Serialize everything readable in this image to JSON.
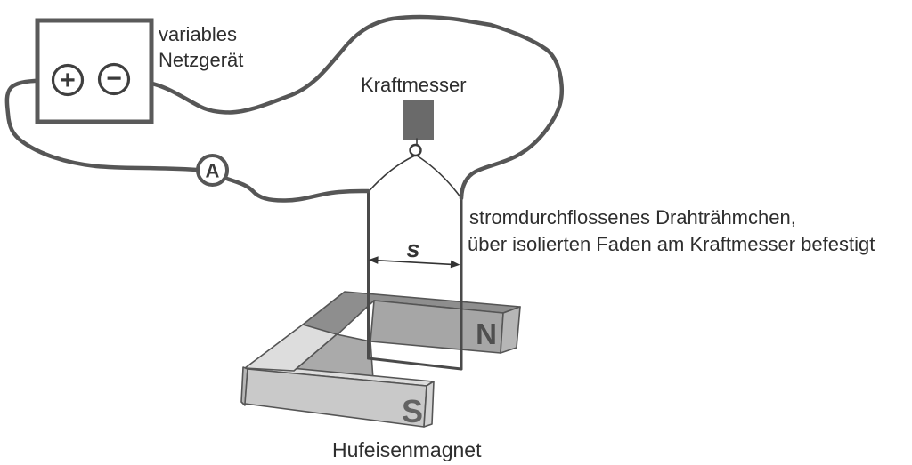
{
  "labels": {
    "power_supply_line1": "variables",
    "power_supply_line2": "Netzgerät",
    "plus": "+",
    "minus": "−",
    "ammeter": "A",
    "force_meter": "Kraftmesser",
    "frame_caption_line1": "stromdurchflossenes Drahträhmchen,",
    "frame_caption_line2": "über isolierten Faden am Kraftmesser befestigt",
    "width_symbol": "s",
    "north_pole": "N",
    "south_pole": "S",
    "magnet_caption": "Hufeisenmagnet"
  },
  "colors": {
    "wire": "#565656",
    "thread": "#3a3a3a",
    "text": "#2e2e2e",
    "meter_body": "#6a6a6a",
    "magnet_outline": "#555555",
    "n_front": "#a6a6a6",
    "n_top": "#8e8e8e",
    "n_end": "#b6b6b6",
    "s_front": "#c9c9c9",
    "s_top": "#dddddd",
    "s_end": "#d3d3d3",
    "bend_inner": "#aaaaaa",
    "pole_n_text": "#4f4f4f",
    "pole_s_text": "#636363"
  }
}
